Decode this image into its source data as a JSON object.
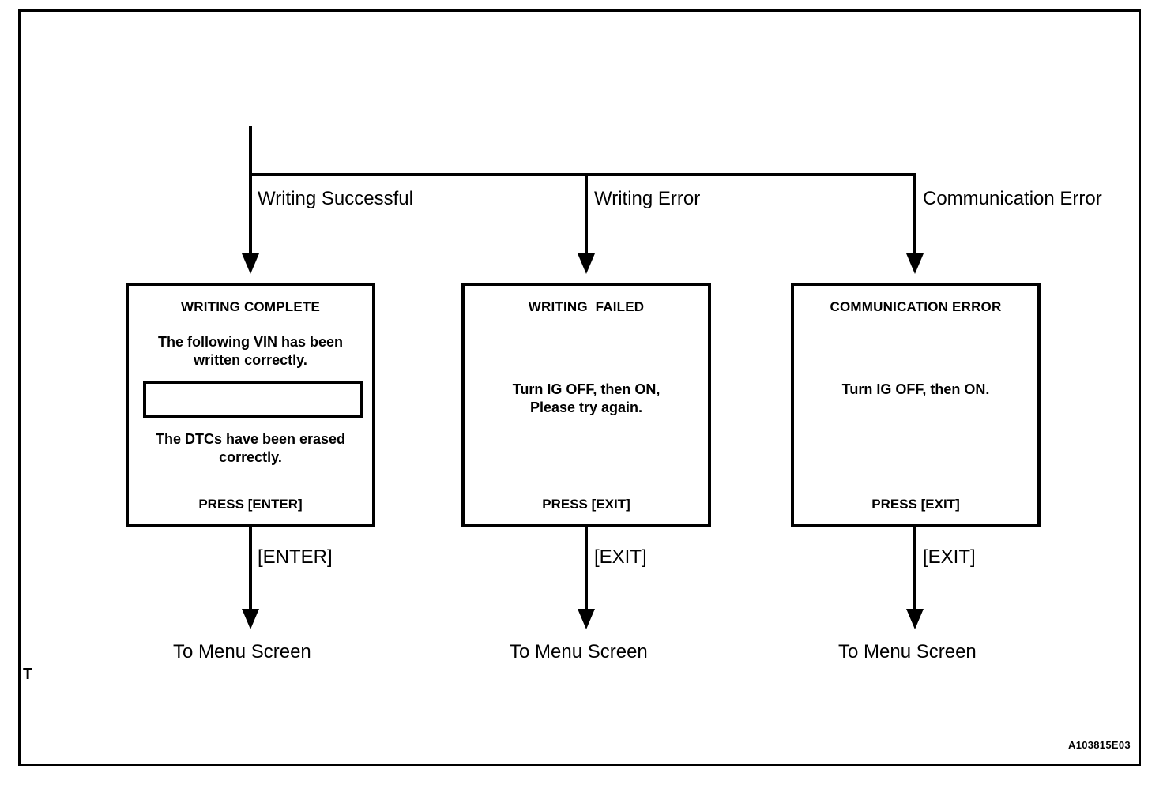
{
  "figure": {
    "id_code": "A103815E03",
    "corner_mark": "T"
  },
  "branches": [
    {
      "label": "Writing Successful",
      "action_label": "[ENTER]",
      "terminal_label": "To Menu Screen",
      "screen": {
        "title": "WRITING COMPLETE",
        "body_line_1": "The following VIN has been",
        "body_line_2": "written correctly.",
        "field_value": "",
        "body_line_3": "The DTCs have been erased",
        "body_line_4": "correctly.",
        "footer": "PRESS [ENTER]"
      }
    },
    {
      "label": "Writing Error",
      "action_label": "[EXIT]",
      "terminal_label": "To Menu Screen",
      "screen": {
        "title": "WRITING  FAILED",
        "body_line_1": "Turn IG OFF, then ON,",
        "body_line_2": "Please try again.",
        "footer": "PRESS [EXIT]"
      }
    },
    {
      "label": "Communication Error",
      "action_label": "[EXIT]",
      "terminal_label": "To Menu Screen",
      "screen": {
        "title": "COMMUNICATION ERROR",
        "body_line_1": "Turn IG OFF, then ON.",
        "footer": "PRESS [EXIT]"
      }
    }
  ],
  "colors": {
    "ink": "#000000",
    "paper": "#ffffff"
  }
}
